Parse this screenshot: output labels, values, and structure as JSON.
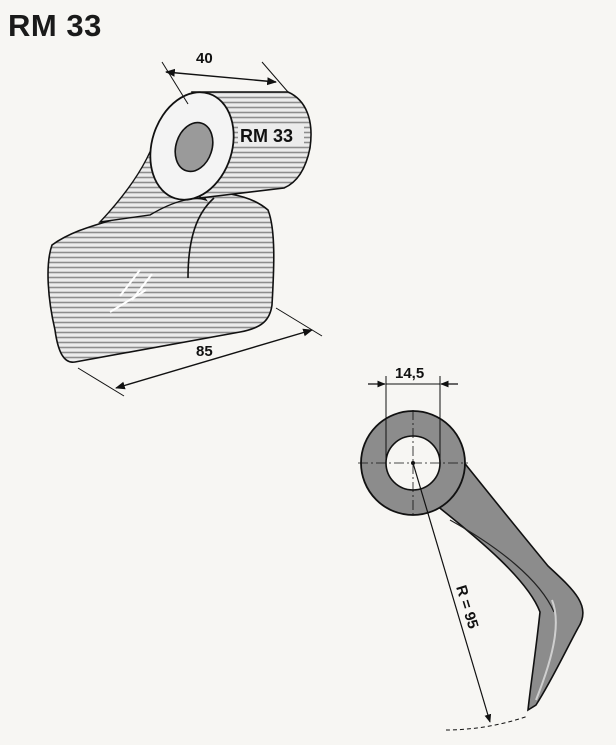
{
  "title": "RM 33",
  "iso_view": {
    "stamp_label": "RM 33",
    "dim_width": "40",
    "dim_length": "85"
  },
  "profile_view": {
    "dim_bore": "14,5",
    "dim_radius": "R = 95"
  },
  "colors": {
    "ink": "#111111",
    "shade": "#8a8a8a",
    "light": "#e6e6e6"
  }
}
